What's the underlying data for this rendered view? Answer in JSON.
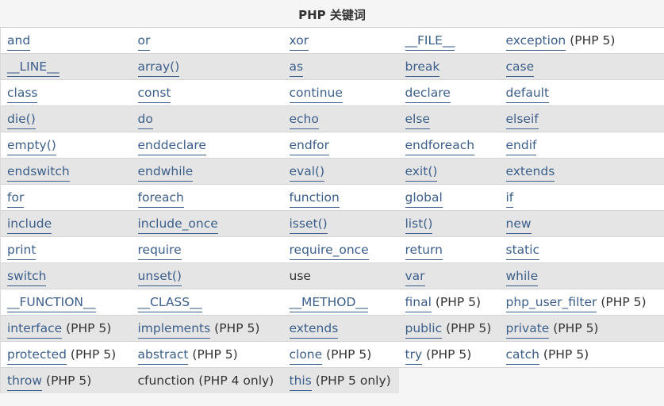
{
  "caption": "PHP 关键词",
  "rows": [
    [
      {
        "text": "and",
        "link": true,
        "note": ""
      },
      {
        "text": "or",
        "link": true,
        "note": ""
      },
      {
        "text": "xor",
        "link": true,
        "note": ""
      },
      {
        "text": "__FILE__",
        "link": true,
        "note": ""
      },
      {
        "text": "exception",
        "link": true,
        "note": "(PHP 5)"
      }
    ],
    [
      {
        "text": "__LINE__",
        "link": true,
        "note": ""
      },
      {
        "text": "array()",
        "link": true,
        "note": ""
      },
      {
        "text": "as",
        "link": true,
        "note": ""
      },
      {
        "text": "break",
        "link": true,
        "note": ""
      },
      {
        "text": "case",
        "link": true,
        "note": ""
      }
    ],
    [
      {
        "text": "class",
        "link": true,
        "note": ""
      },
      {
        "text": "const",
        "link": true,
        "note": ""
      },
      {
        "text": "continue",
        "link": true,
        "note": ""
      },
      {
        "text": "declare",
        "link": true,
        "note": ""
      },
      {
        "text": "default",
        "link": true,
        "note": ""
      }
    ],
    [
      {
        "text": "die()",
        "link": true,
        "note": ""
      },
      {
        "text": "do",
        "link": true,
        "note": ""
      },
      {
        "text": "echo",
        "link": true,
        "note": ""
      },
      {
        "text": "else",
        "link": true,
        "note": ""
      },
      {
        "text": "elseif",
        "link": true,
        "note": ""
      }
    ],
    [
      {
        "text": "empty()",
        "link": true,
        "note": ""
      },
      {
        "text": "enddeclare",
        "link": true,
        "note": ""
      },
      {
        "text": "endfor",
        "link": true,
        "note": ""
      },
      {
        "text": "endforeach",
        "link": true,
        "note": ""
      },
      {
        "text": "endif",
        "link": true,
        "note": ""
      }
    ],
    [
      {
        "text": "endswitch",
        "link": true,
        "note": ""
      },
      {
        "text": "endwhile",
        "link": true,
        "note": ""
      },
      {
        "text": "eval()",
        "link": true,
        "note": ""
      },
      {
        "text": "exit()",
        "link": true,
        "note": ""
      },
      {
        "text": "extends",
        "link": true,
        "note": ""
      }
    ],
    [
      {
        "text": "for",
        "link": true,
        "note": ""
      },
      {
        "text": "foreach",
        "link": true,
        "note": ""
      },
      {
        "text": "function",
        "link": true,
        "note": ""
      },
      {
        "text": "global",
        "link": true,
        "note": ""
      },
      {
        "text": "if",
        "link": true,
        "note": ""
      }
    ],
    [
      {
        "text": "include",
        "link": true,
        "note": ""
      },
      {
        "text": "include_once",
        "link": true,
        "note": ""
      },
      {
        "text": "isset()",
        "link": true,
        "note": ""
      },
      {
        "text": "list()",
        "link": true,
        "note": ""
      },
      {
        "text": "new",
        "link": true,
        "note": ""
      }
    ],
    [
      {
        "text": "print",
        "link": true,
        "note": ""
      },
      {
        "text": "require",
        "link": true,
        "note": ""
      },
      {
        "text": "require_once",
        "link": true,
        "note": ""
      },
      {
        "text": "return",
        "link": true,
        "note": ""
      },
      {
        "text": "static",
        "link": true,
        "note": ""
      }
    ],
    [
      {
        "text": "switch",
        "link": true,
        "note": ""
      },
      {
        "text": "unset()",
        "link": true,
        "note": ""
      },
      {
        "text": "use",
        "link": false,
        "note": ""
      },
      {
        "text": "var",
        "link": true,
        "note": ""
      },
      {
        "text": "while",
        "link": true,
        "note": ""
      }
    ],
    [
      {
        "text": "__FUNCTION__",
        "link": true,
        "note": ""
      },
      {
        "text": "__CLASS__",
        "link": true,
        "note": ""
      },
      {
        "text": "__METHOD__",
        "link": true,
        "note": ""
      },
      {
        "text": "final",
        "link": true,
        "note": "(PHP 5)"
      },
      {
        "text": "php_user_filter",
        "link": true,
        "note": "(PHP 5)"
      }
    ],
    [
      {
        "text": "interface",
        "link": true,
        "note": "(PHP 5)"
      },
      {
        "text": "implements",
        "link": true,
        "note": "(PHP 5)"
      },
      {
        "text": "extends",
        "link": true,
        "note": ""
      },
      {
        "text": "public",
        "link": true,
        "note": "(PHP 5)"
      },
      {
        "text": "private",
        "link": true,
        "note": "(PHP 5)"
      }
    ],
    [
      {
        "text": "protected",
        "link": true,
        "note": "(PHP 5)"
      },
      {
        "text": "abstract",
        "link": true,
        "note": "(PHP 5)"
      },
      {
        "text": "clone",
        "link": true,
        "note": "(PHP 5)"
      },
      {
        "text": "try",
        "link": true,
        "note": "(PHP 5)"
      },
      {
        "text": "catch",
        "link": true,
        "note": "(PHP 5)"
      }
    ],
    [
      {
        "text": "throw",
        "link": true,
        "note": "(PHP 5)"
      },
      {
        "text": "cfunction",
        "link": false,
        "note": "(PHP 4 only)"
      },
      {
        "text": "this",
        "link": true,
        "note": "(PHP 5 only)"
      }
    ]
  ],
  "colors": {
    "link": "#3b5e8a",
    "text": "#333333",
    "row_odd": "#ffffff",
    "row_even": "#e5e5e5",
    "page_bg": "#f5f5f5"
  }
}
